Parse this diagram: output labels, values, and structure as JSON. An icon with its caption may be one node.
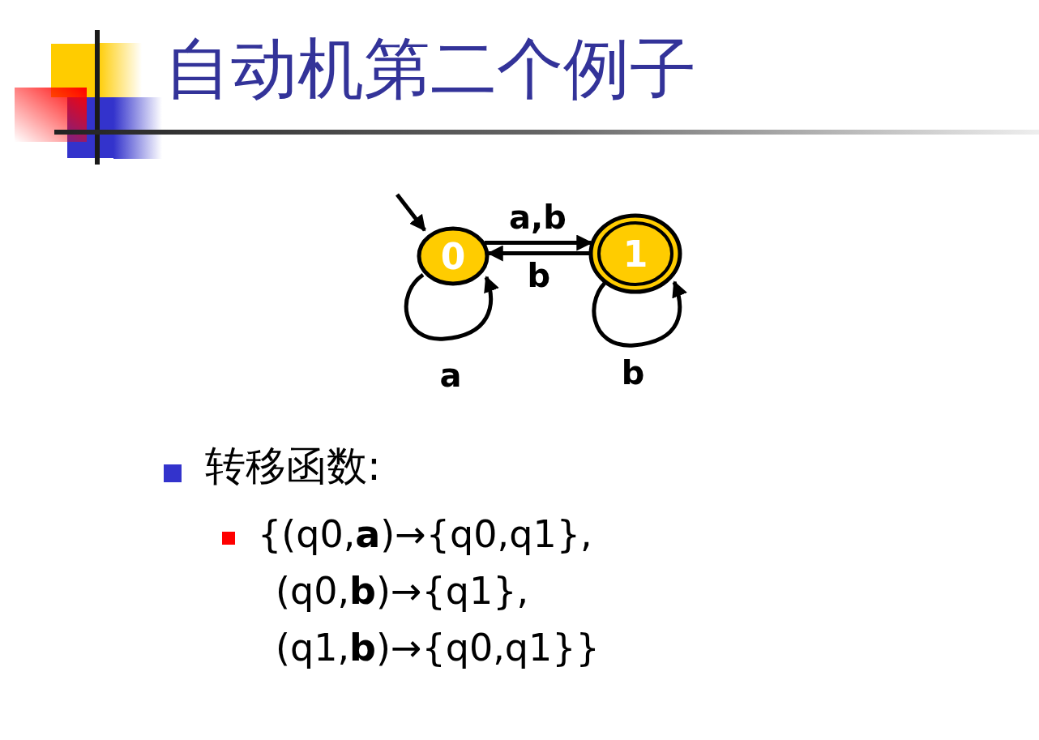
{
  "diagram": {
    "title": "自动机第二个例子",
    "nodes": [
      {
        "text": [
          "0"
        ]
      },
      {
        "text": [
          "1"
        ]
      }
    ],
    "edges": [
      {
        "from": null,
        "to": 0,
        "arrow": "to"
      },
      {
        "from": 0,
        "to": 1,
        "arrow": "to",
        "label": "a,b"
      },
      {
        "from": 1,
        "to": 0,
        "arrow": "to",
        "label": "b"
      },
      {
        "from": 0,
        "to": 0,
        "arrow": "to",
        "label": "a"
      },
      {
        "from": 1,
        "to": 1,
        "arrow": "to",
        "label": "b"
      }
    ],
    "labels": [
      "转移函数:",
      "{(q0,**a**)→{q0,q1},",
      "(q0,**b**)→{q1},",
      "(q1,**b**)→{q0,q1}}"
    ]
  }
}
